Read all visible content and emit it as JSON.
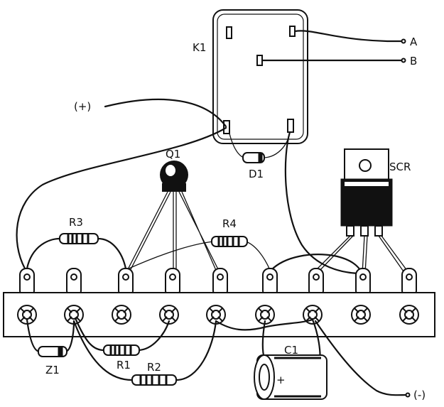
{
  "labels": {
    "relay": "K1",
    "terminal_a": "A",
    "terminal_b": "B",
    "positive": "(+)",
    "negative": "(-)",
    "transistor": "Q1",
    "diode": "D1",
    "thyristor": "SCR",
    "r3": "R3",
    "r4": "R4",
    "r1": "R1",
    "r2": "R2",
    "zener": "Z1",
    "capacitor": "C1",
    "capacitor_polarity": "+"
  },
  "terminal_strip": {
    "terminal_count": 9,
    "lug_count": 9
  }
}
